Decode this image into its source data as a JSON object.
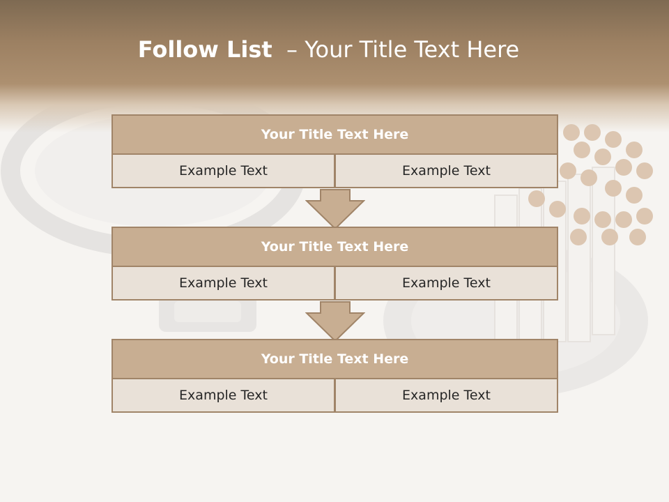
{
  "title": {
    "bold": "Follow List",
    "rest": "– Your Title Text Here"
  },
  "blocks": [
    {
      "title": "Your Title Text Here",
      "left": "Example Text",
      "right": "Example Text"
    },
    {
      "title": "Your Title Text Here",
      "left": "Example Text",
      "right": "Example Text"
    },
    {
      "title": "Your Title Text Here",
      "left": "Example Text",
      "right": "Example Text"
    }
  ],
  "colors": {
    "header_brown": "#9c8062",
    "block_title_fill": "#c8ae92",
    "block_cell_fill": "#e9e1d8",
    "border": "#a08468",
    "arrow_fill": "#c8ae92"
  },
  "icons": {
    "arrow": "down-arrow-icon",
    "background": "handcuffs-and-cigarettes-photo"
  }
}
